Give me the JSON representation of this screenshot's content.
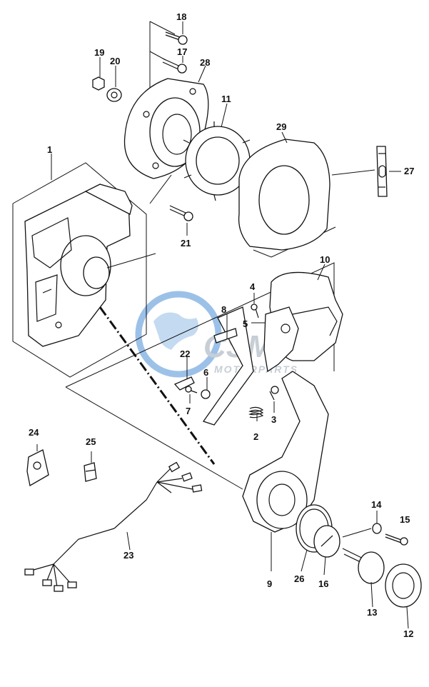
{
  "watermark": {
    "brand": "CSM",
    "tagline": "MOTORPARTS",
    "globe_color": "#4d8fd6",
    "text_color": "#9aa7b4"
  },
  "callouts": [
    {
      "id": "c1",
      "text": "1"
    },
    {
      "id": "c2",
      "text": "2"
    },
    {
      "id": "c3",
      "text": "3"
    },
    {
      "id": "c4",
      "text": "4"
    },
    {
      "id": "c5",
      "text": "5"
    },
    {
      "id": "c6",
      "text": "6"
    },
    {
      "id": "c7",
      "text": "7"
    },
    {
      "id": "c8",
      "text": "8"
    },
    {
      "id": "c9",
      "text": "9"
    },
    {
      "id": "c10",
      "text": "10"
    },
    {
      "id": "c11",
      "text": "11"
    },
    {
      "id": "c12",
      "text": "12"
    },
    {
      "id": "c13",
      "text": "13"
    },
    {
      "id": "c14",
      "text": "14"
    },
    {
      "id": "c15",
      "text": "15"
    },
    {
      "id": "c16",
      "text": "16"
    },
    {
      "id": "c17",
      "text": "17"
    },
    {
      "id": "c18",
      "text": "18"
    },
    {
      "id": "c19",
      "text": "19"
    },
    {
      "id": "c20",
      "text": "20"
    },
    {
      "id": "c21",
      "text": "21"
    },
    {
      "id": "c22",
      "text": "22"
    },
    {
      "id": "c23",
      "text": "23"
    },
    {
      "id": "c24",
      "text": "24"
    },
    {
      "id": "c25",
      "text": "25"
    },
    {
      "id": "c26",
      "text": "26"
    },
    {
      "id": "c27",
      "text": "27"
    },
    {
      "id": "c28",
      "text": "28"
    },
    {
      "id": "c29",
      "text": "29"
    }
  ]
}
